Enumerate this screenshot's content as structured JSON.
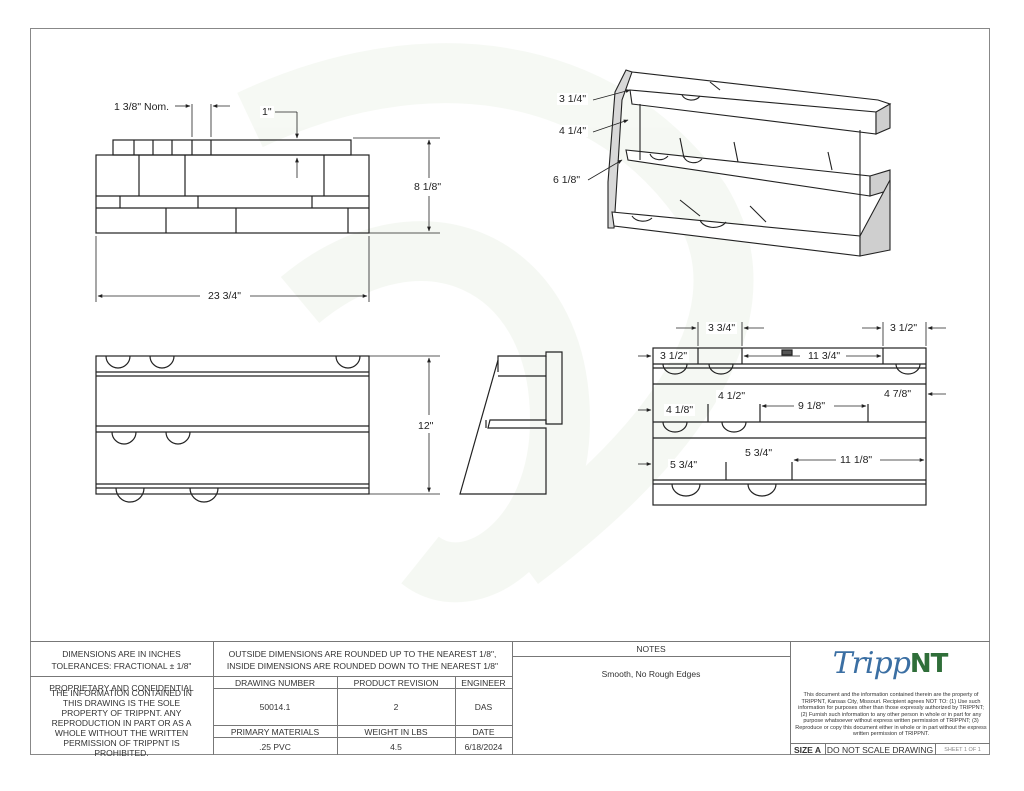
{
  "dimensions": {
    "front_nom": "1 3/8\" Nom.",
    "front_one": "1\"",
    "front_height": "8 1/8\"",
    "front_width": "23 3/4\"",
    "top_depth": "12\"",
    "iso_1": "3 1/4\"",
    "iso_2": "4 1/4\"",
    "iso_3": "6 1/8\"",
    "d_top_3_3_4": "3 3/4\"",
    "d_top_3_1_2_right": "3 1/2\"",
    "d_row1_3_1_2": "3 1/2\"",
    "d_row1_11_3_4": "11 3/4\"",
    "d_row2_4_1_2": "4 1/2\"",
    "d_row2_4_7_8": "4 7/8\"",
    "d_row2_4_1_8": "4 1/8\"",
    "d_row2_9_1_8": "9 1/8\"",
    "d_row3_5_3_4_a": "5 3/4\"",
    "d_row3_5_3_4_b": "5 3/4\"",
    "d_row3_11_1_8": "11 1/8\""
  },
  "title_block": {
    "dimensions_units": "DIMENSIONS ARE IN INCHES",
    "tolerances": "TOLERANCES: FRACTIONAL ± 1/8\"",
    "rounding_outside": "OUTSIDE DIMENSIONS ARE ROUNDED UP TO THE NEAREST 1/8\",",
    "rounding_inside": "INSIDE DIMENSIONS ARE ROUNDED DOWN TO THE NEAREST 1/8\"",
    "proprietary_title": "PROPRIETARY AND CONFIDENTIAL",
    "proprietary_text": "THE INFORMATION CONTAINED IN THIS DRAWING IS THE SOLE PROPERTY OF TRIPPNT.  ANY REPRODUCTION IN PART OR AS A WHOLE WITHOUT THE WRITTEN PERMISSION OF TRIPPNT IS PROHIBITED.",
    "drawing_number_label": "DRAWING NUMBER",
    "drawing_number": "50014.1",
    "product_revision_label": "PRODUCT REVISION",
    "product_revision": "2",
    "engineer_label": "ENGINEER",
    "engineer": "DAS",
    "primary_materials_label": "PRIMARY MATERIALS",
    "primary_materials": ".25 PVC",
    "weight_label": "WEIGHT IN LBS",
    "weight": "4.5",
    "date_label": "DATE",
    "date": "6/18/2024",
    "notes_label": "NOTES",
    "notes": "Smooth, No Rough Edges",
    "logo_text_a": "Tripp",
    "logo_text_b": "NT",
    "legal_text": "This document and the information contained therein are the property of TRIPPNT, Kansas City, Missouri. Recipient agrees NOT TO: (1) Use such information for purposes other than those expressly authorized by TRIPPNT; (2) Furnish such information to any other person in whole or in part for any purpose whatsoever without express written permission of TRIPPNT; (3) Reproduce or copy this document either in whole or in part without the express written permission of TRIPPNT.",
    "size_label": "SIZE A",
    "scale_note": "DO NOT SCALE DRAWING",
    "sheet": "SHEET 1 OF 1"
  }
}
